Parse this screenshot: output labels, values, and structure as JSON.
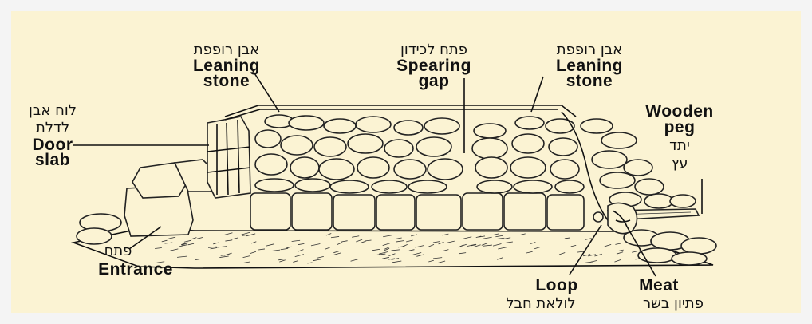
{
  "labels": {
    "leaning_left": {
      "hebrew": "אבן רופפת",
      "english_1": "Leaning",
      "english_2": "stone"
    },
    "spearing_gap": {
      "hebrew": "פתח לכידון",
      "english_1": "Spearing",
      "english_2": "gap"
    },
    "leaning_right": {
      "hebrew": "אבן רופפת",
      "english_1": "Leaning",
      "english_2": "stone"
    },
    "door_slab": {
      "hebrew_1": "לוח אבן",
      "hebrew_2": "לדלת",
      "english_1": "Door",
      "english_2": "slab"
    },
    "wooden_peg": {
      "english_1": "Wooden",
      "english_2": "peg",
      "hebrew_1": "יתד",
      "hebrew_2": "עץ"
    },
    "entrance": {
      "hebrew": "פתח",
      "english": "Entrance"
    },
    "loop": {
      "english": "Loop",
      "hebrew": "לולאת חבל"
    },
    "meat": {
      "english": "Meat",
      "hebrew": "פתיון בשר"
    }
  }
}
